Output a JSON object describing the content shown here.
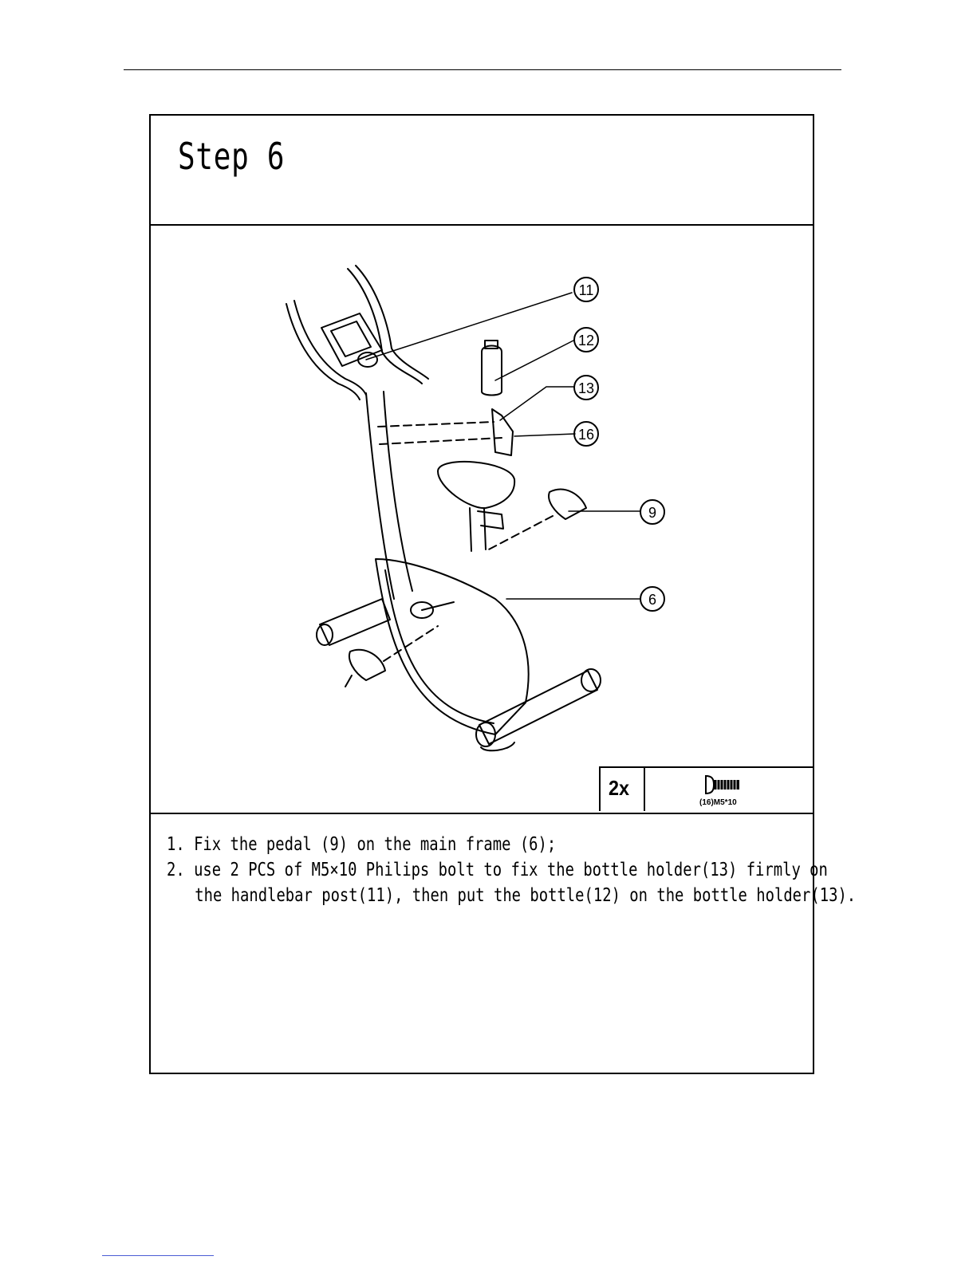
{
  "step": {
    "title": "Step 6"
  },
  "callouts": [
    "11",
    "12",
    "13",
    "16",
    "9",
    "6"
  ],
  "hardware": {
    "quantity": "2x",
    "caption": "(16)M5*10",
    "icon": "bolt-icon"
  },
  "instructions": [
    "1. Fix the pedal (9) on the main frame (6);",
    "2. use 2 PCS of M5×10 Philips bolt to fix the bottle holder(13) firmly on",
    "the handlebar post(11), then put the bottle(12) on the bottle holder(13)."
  ]
}
